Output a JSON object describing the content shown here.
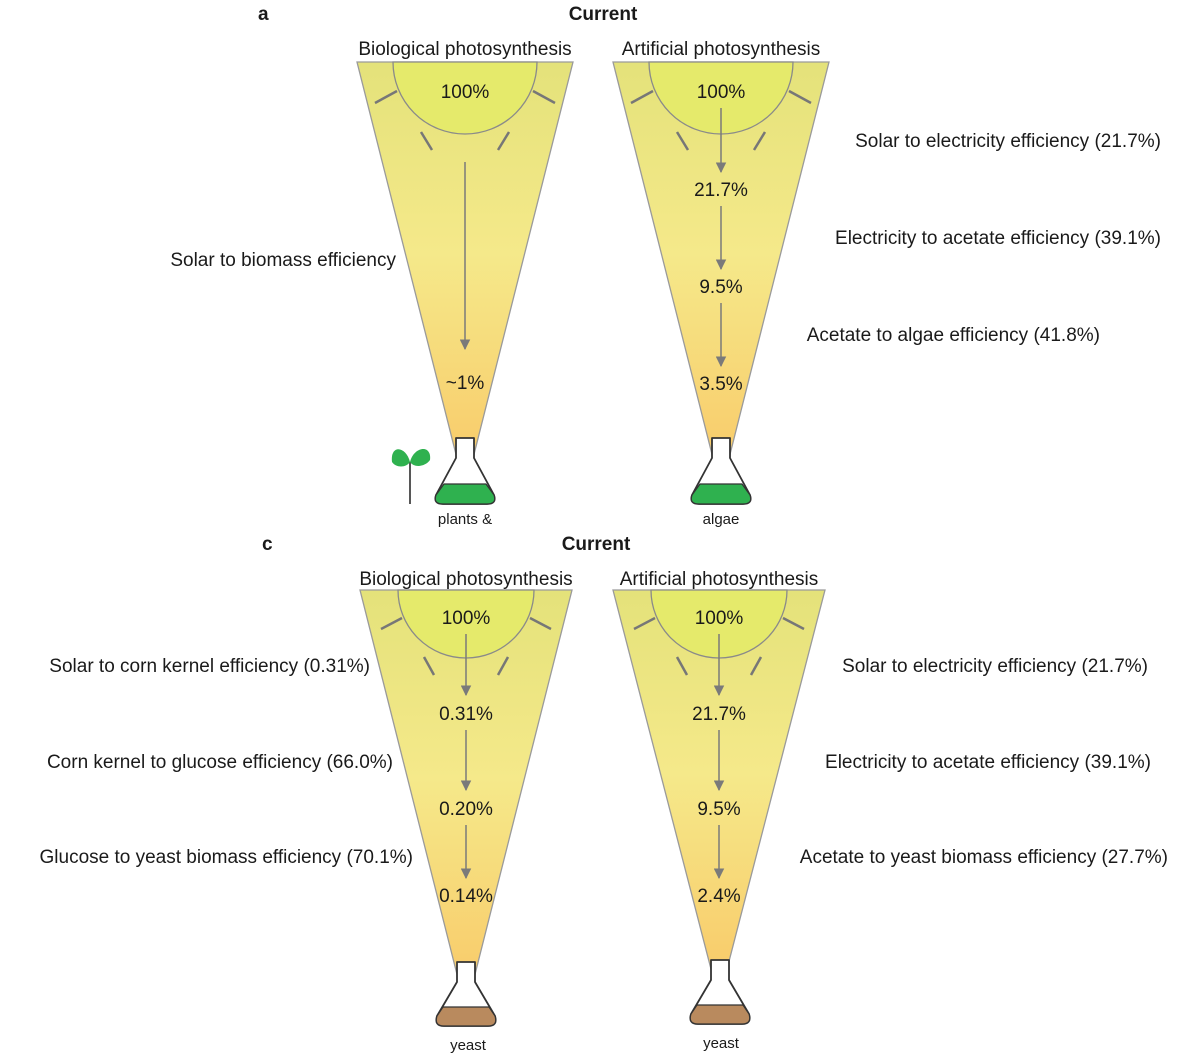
{
  "colors": {
    "cone_top": "#e4e27a",
    "cone_mid": "#f5e98a",
    "cone_bottom": "#f9c766",
    "sun_fill": "#e5ea6b",
    "ray_stroke": "#777777",
    "arrow_stroke": "#7a7a7a",
    "green_culture": "#2fb14f",
    "yeast_culture": "#b98a5e",
    "sprout": "#2fb14f"
  },
  "panels": [
    {
      "letter": "a",
      "heading": "Current",
      "columns": [
        {
          "title": "Biological photosynthesis",
          "steps": [
            "100%",
            "~1%"
          ],
          "efficiencies": [
            "Solar to biomass efficiency"
          ],
          "organism": "plants &",
          "culture": "green",
          "sprout_icon": true
        },
        {
          "title": "Artificial photosynthesis",
          "steps": [
            "100%",
            "21.7%",
            "9.5%",
            "3.5%"
          ],
          "efficiencies": [
            "Solar to electricity efficiency (21.7%)",
            "Electricity to acetate efficiency (39.1%)",
            "Acetate to algae efficiency (41.8%)"
          ],
          "organism": "algae",
          "culture": "green",
          "sprout_icon": false
        }
      ]
    },
    {
      "letter": "c",
      "heading": "Current",
      "columns": [
        {
          "title": "Biological photosynthesis",
          "steps": [
            "100%",
            "0.31%",
            "0.20%",
            "0.14%"
          ],
          "efficiencies": [
            "Solar to corn kernel efficiency (0.31%)",
            "Corn kernel to glucose efficiency (66.0%)",
            "Glucose to yeast biomass efficiency (70.1%)"
          ],
          "organism": "yeast",
          "culture": "yeast",
          "sprout_icon": false
        },
        {
          "title": "Artificial photosynthesis",
          "steps": [
            "100%",
            "21.7%",
            "9.5%",
            "2.4%"
          ],
          "efficiencies": [
            "Solar to electricity efficiency (21.7%)",
            "Electricity to acetate efficiency (39.1%)",
            "Acetate to yeast biomass efficiency (27.7%)"
          ],
          "organism": "yeast",
          "culture": "yeast",
          "sprout_icon": false
        }
      ]
    }
  ]
}
